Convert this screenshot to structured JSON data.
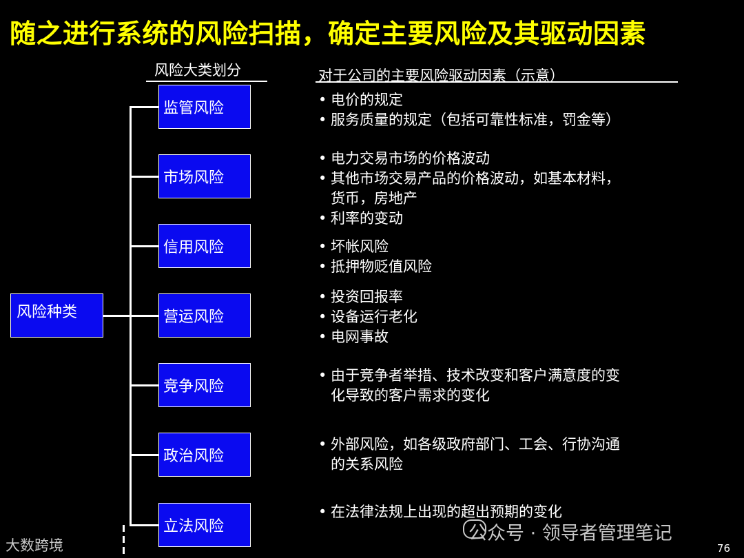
{
  "title": "随之进行系统的风险扫描，确定主要风险及其驱动因素",
  "header_left": "风险大类划分",
  "header_right": "对于公司的主要风险驱动因素（示意）",
  "root": "风险种类",
  "categories": [
    {
      "label": "监管风险",
      "drivers": [
        {
          "text": "电价的规定",
          "cont": []
        },
        {
          "text": "服务质量的规定（包括可靠性标准，罚金等）",
          "cont": []
        }
      ]
    },
    {
      "label": "市场风险",
      "drivers": [
        {
          "text": "电力交易市场的价格波动",
          "cont": []
        },
        {
          "text": "其他市场交易产品的价格波动，如基本材料，",
          "cont": [
            "货币，房地产"
          ]
        },
        {
          "text": "利率的变动",
          "cont": []
        }
      ]
    },
    {
      "label": "信用风险",
      "drivers": [
        {
          "text": "坏帐风险",
          "cont": []
        },
        {
          "text": "抵押物贬值风险",
          "cont": []
        }
      ]
    },
    {
      "label": "营运风险",
      "drivers": [
        {
          "text": "投资回报率",
          "cont": []
        },
        {
          "text": "设备运行老化",
          "cont": []
        },
        {
          "text": "电网事故",
          "cont": []
        }
      ]
    },
    {
      "label": "竞争风险",
      "drivers": [
        {
          "text": "由于竞争者举措、技术改变和客户满意度的变",
          "cont": [
            "化导致的客户需求的变化"
          ]
        }
      ]
    },
    {
      "label": "政治风险",
      "drivers": [
        {
          "text": "外部风险，如各级政府部门、工会、行协沟通",
          "cont": [
            "的关系风险"
          ]
        }
      ]
    },
    {
      "label": "立法风险",
      "drivers": [
        {
          "text": "在法律法规上出现的超出预期的变化",
          "cont": []
        }
      ]
    }
  ],
  "watermark": "公众号 · 领导者管理笔记",
  "logo": "大数跨境",
  "page_number": "76"
}
